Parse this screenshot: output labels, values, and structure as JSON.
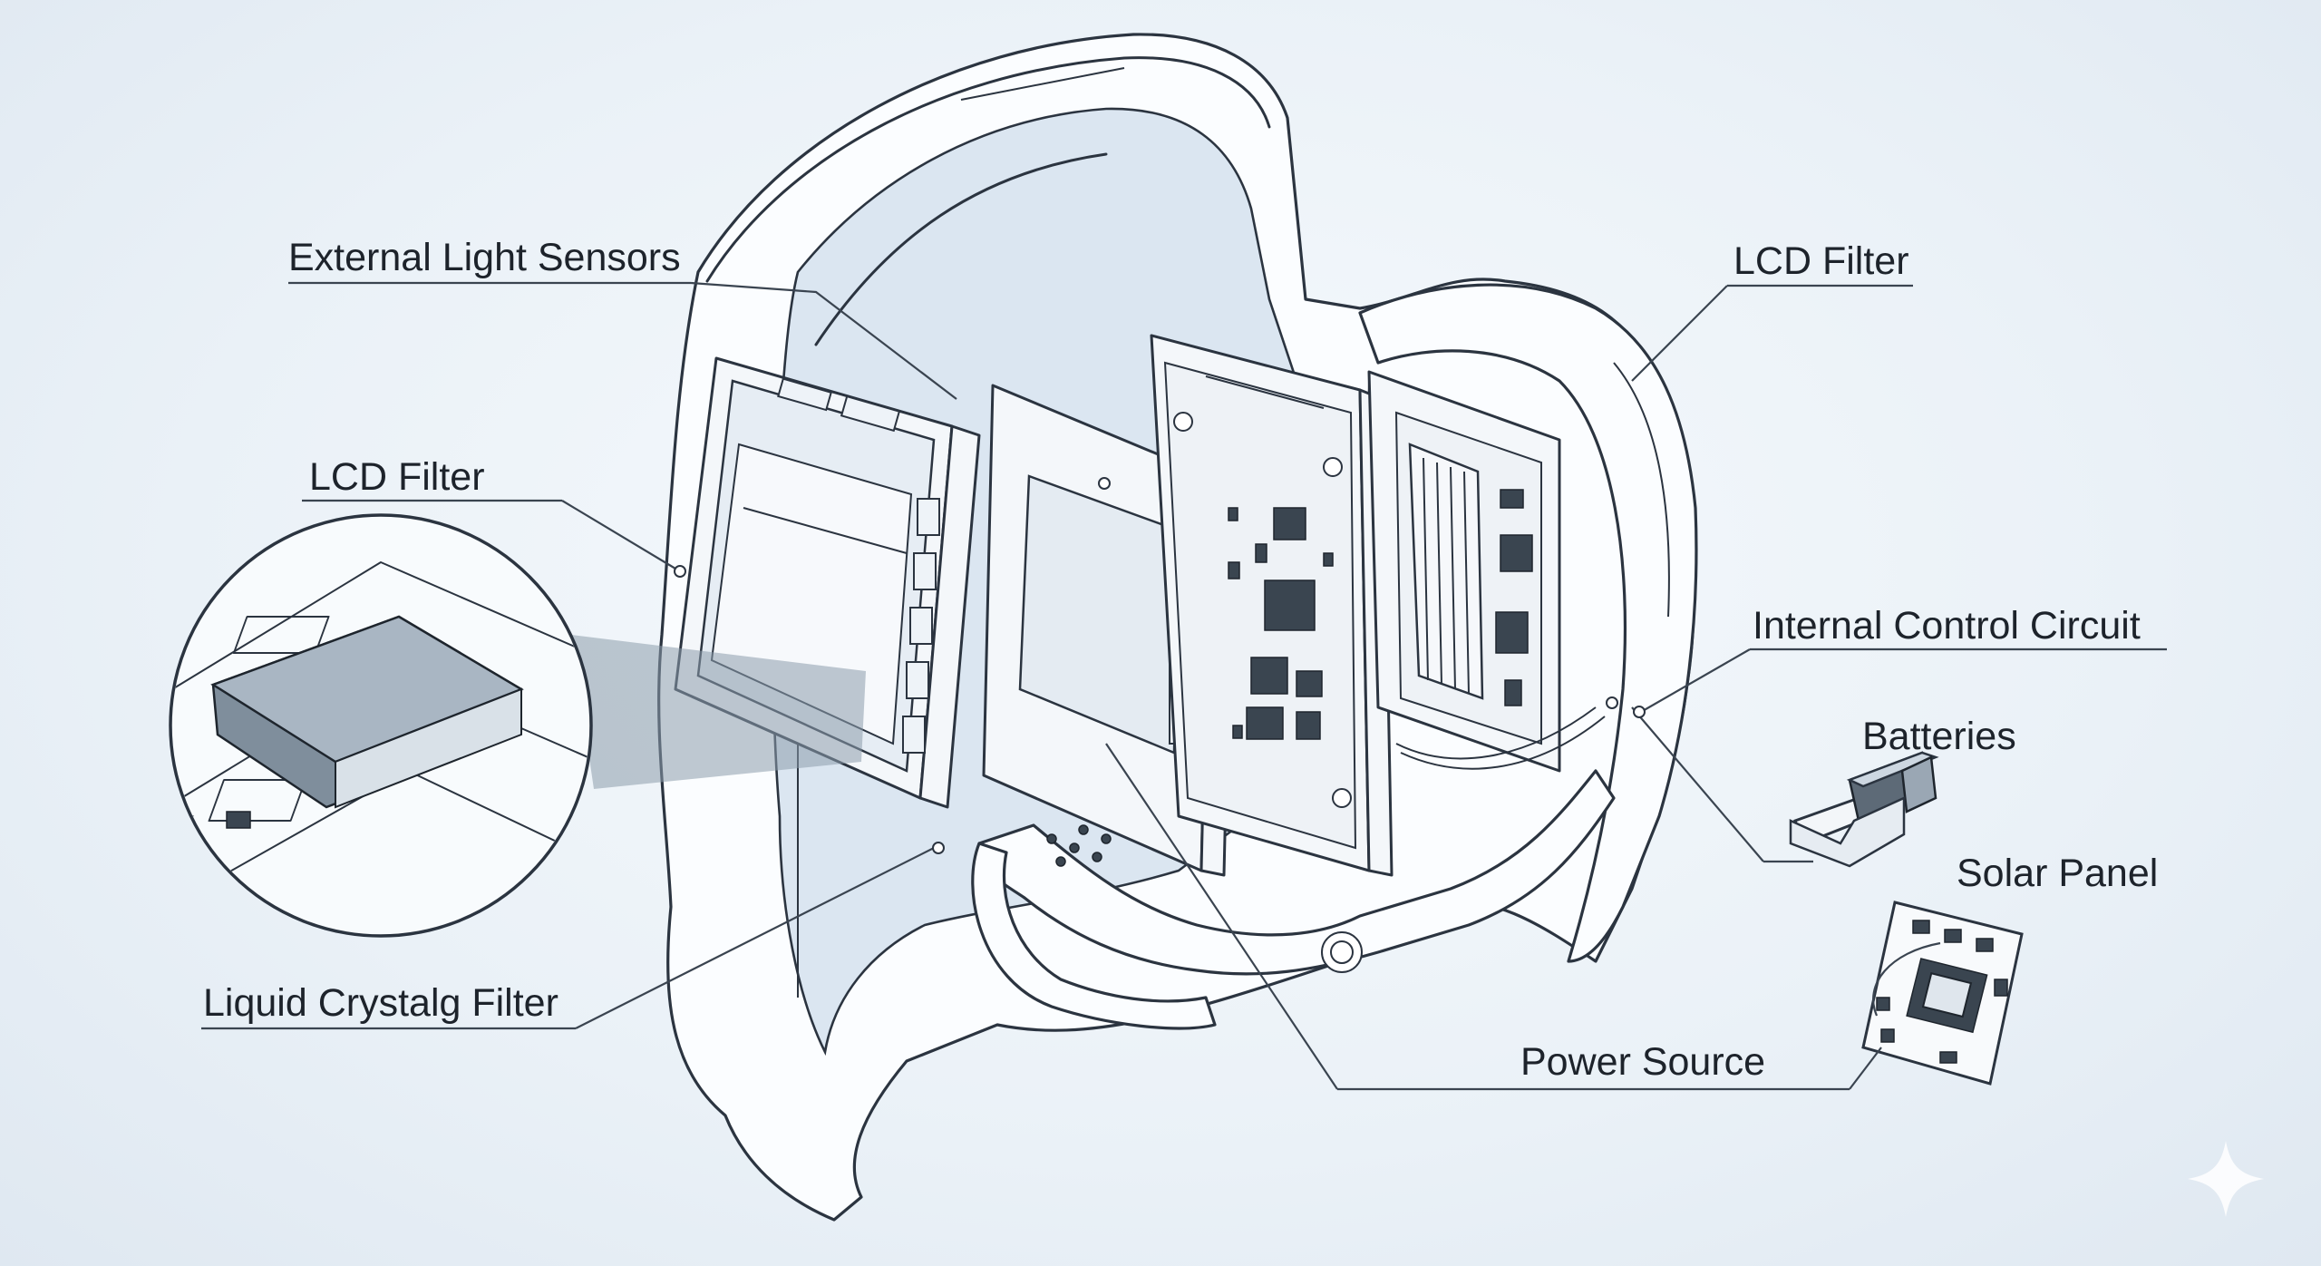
{
  "labels": {
    "external_light_sensors": "External Light Sensors",
    "lcd_filter_left": "LCD Filter",
    "liquid_crystal_filter": "Liquid Crystalg Filter",
    "lcd_filter_right": "LCD Filter",
    "internal_control_circuit": "Internal Control Circuit",
    "batteries": "Batteries",
    "solar_panel": "Solar Panel",
    "power_source": "Power Source"
  },
  "colors": {
    "background": "#eaf1f7",
    "ink": "#2b3440",
    "shell_fill": "#fbfdff",
    "shell_inner": "#dbe6f1",
    "chip": "#3a4550"
  }
}
